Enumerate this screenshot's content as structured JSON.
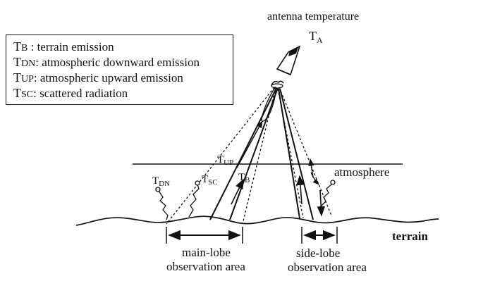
{
  "legend": {
    "items": [
      {
        "symbol_main": "T",
        "symbol_sub": "B",
        "separator": " : ",
        "text": "terrain emission"
      },
      {
        "symbol_main": "T",
        "symbol_sub": "DN",
        "separator": ": ",
        "text": "atmospheric downward emission"
      },
      {
        "symbol_main": "T",
        "symbol_sub": "UP",
        "separator": ": ",
        "text": "atmospheric upward emission"
      },
      {
        "symbol_main": "T",
        "symbol_sub": "SC",
        "separator": ": ",
        "text": "scattered radiation"
      }
    ]
  },
  "antenna": {
    "title": "antenna temperature",
    "symbol_main": "T",
    "symbol_sub": "A"
  },
  "labels": {
    "tup": {
      "main": "T",
      "sub": "UP"
    },
    "tsc": {
      "main": "T",
      "sub": "SC"
    },
    "tb": {
      "main": "T",
      "sub": "B"
    },
    "tdn": {
      "main": "T",
      "sub": "DN"
    },
    "atmosphere": "atmosphere",
    "terrain": "terrain",
    "main_lobe_line1": "main-lobe",
    "main_lobe_line2": "observation area",
    "side_lobe_line1": "side-lobe",
    "side_lobe_line2": "observation area"
  },
  "colors": {
    "ink": "#111111",
    "background": "#ffffff"
  }
}
